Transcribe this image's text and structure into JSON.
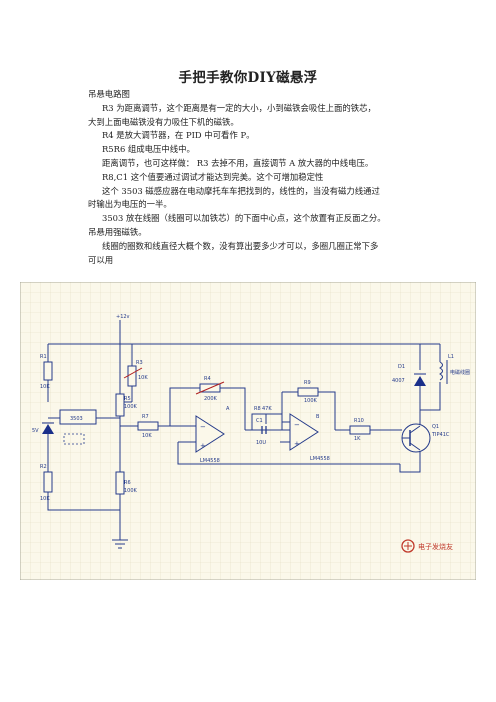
{
  "doc": {
    "title": "手把手教你DIY磁悬浮",
    "paragraphs": [
      "吊悬电路图",
      "R3 为距离调节，这个距离是有一定的大小，小到磁铁会吸住上面的铁芯，",
      "大到上面电磁铁没有力吸住下机的磁铁。",
      "R4   是放大调节器，在 PID 中可看作 P。",
      "R5R6 组成电压中线中。",
      "距离调节，也可这样做：   R3 去掉不用，直接调节 A 放大器的中线电压。",
      "R8,C1 这个值要通过调试才能达到完美。这个可增加稳定性",
      "这个 3503 磁感应器在电动摩托车车把找到的，线性的，当没有磁力线通过",
      "时输出为电压的一半。",
      "3503 放在线圈（线圈可以加铁芯）的下面中心点，这个放置有正反面之分。",
      "吊悬用强磁铁。",
      "线圈的圈数和线直径大概个数，没有算出要多少才可以，多圈几圈正常下多",
      "可以用"
    ]
  },
  "schematic": {
    "supply": "+12v",
    "labels": {
      "r1": "R1",
      "r1v": "10K",
      "r2": "R2",
      "r2v": "10K",
      "r3": "R3",
      "r3v": "10K",
      "r4": "R4",
      "r4v": "200K",
      "r5": "R5",
      "r5v": "100K",
      "r6": "R6",
      "r6v": "100K",
      "r7": "R7",
      "r7v": "10K",
      "r8": "R8",
      "r8v": "47K",
      "r9": "R9",
      "r9v": "100K",
      "r10": "R10",
      "r10v": "1K",
      "c1": "C1",
      "c1v": "10U",
      "zener": "5V",
      "hall": "3503",
      "opA": "A",
      "opAmodel": "LM4558",
      "opB": "B",
      "opBmodel": "LM4558",
      "d1": "D1",
      "d1v": "4007",
      "l1": "L1",
      "l1v": "电磁线圈",
      "q1": "Q1",
      "q1v": "TIP41C"
    },
    "watermark": "电子发烧友"
  }
}
